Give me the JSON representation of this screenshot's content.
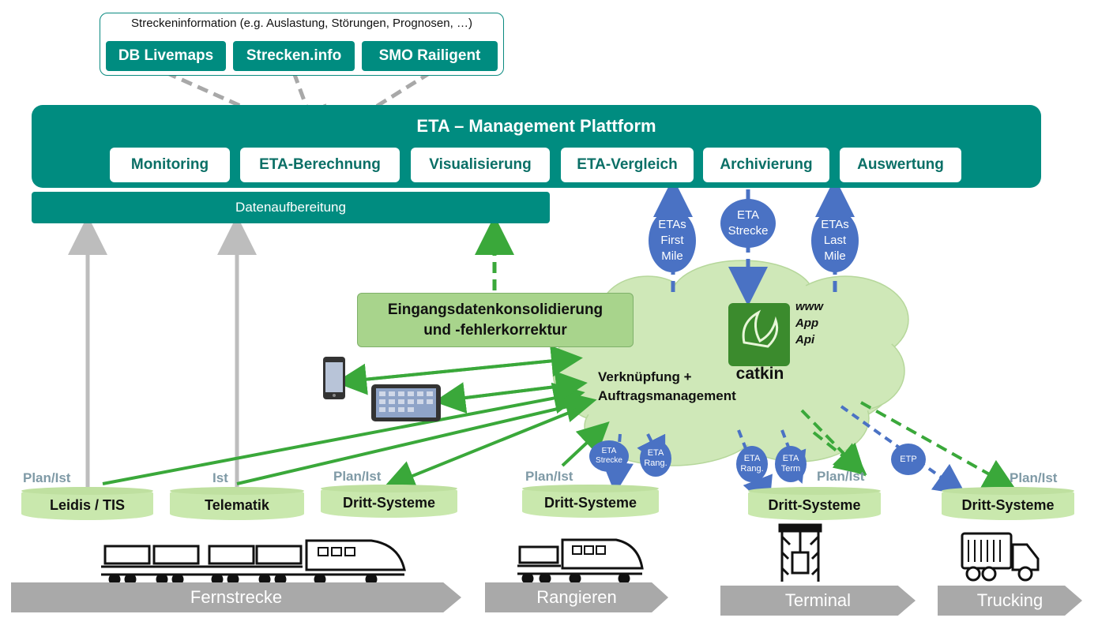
{
  "sources": {
    "header": "Streckeninformation (e.g. Auslastung, Störungen, Prognosen, …)",
    "items": [
      "DB Livemaps",
      "Strecken.info",
      "SMO Railigent"
    ]
  },
  "platform": {
    "title": "ETA – Management Plattform",
    "modules": [
      "Monitoring",
      "ETA-Berechnung",
      "Visualisierung",
      "ETA-Vergleich",
      "Archivierung",
      "Auswertung"
    ]
  },
  "prep_label": "Datenaufbereitung",
  "consolidation": {
    "line1": "Eingangsdatenkonsolidierung",
    "line2": "und -fehlerkorrektur"
  },
  "cloud": {
    "line1": "Verknüpfung +",
    "line2": "Auftragsmanagement",
    "brand": "catkin",
    "channels": [
      "www",
      "App",
      "Api"
    ]
  },
  "ovals_large": [
    {
      "lines": [
        "ETAs",
        "First",
        "Mile"
      ]
    },
    {
      "lines": [
        "ETA",
        "Strecke"
      ]
    },
    {
      "lines": [
        "ETAs",
        "Last",
        "Mile"
      ]
    }
  ],
  "ovals_small": [
    {
      "lines": [
        "ETA",
        "Strecke"
      ]
    },
    {
      "lines": [
        "ETA",
        "Rang."
      ]
    },
    {
      "lines": [
        "ETA",
        "Rang."
      ]
    },
    {
      "lines": [
        "ETA",
        "Term"
      ]
    },
    {
      "lines": [
        "ETP"
      ]
    }
  ],
  "flow_labels": [
    "Plan/Ist",
    "Ist",
    "Plan/Ist",
    "Plan/Ist",
    "Plan/Ist",
    "Plan/Ist"
  ],
  "systems": [
    "Leidis / TIS",
    "Telematik",
    "Dritt-Systeme",
    "Dritt-Systeme",
    "Dritt-Systeme",
    "Dritt-Systeme"
  ],
  "phases": [
    "Fernstrecke",
    "Rangieren",
    "Terminal",
    "Trucking"
  ],
  "colors": {
    "teal": "#008c80",
    "green_arrow": "#3aa83a",
    "blue_arrow": "#4a72c4",
    "grey_arrow": "#bdbdbd",
    "cloud": "#cfe8b8"
  },
  "icons": [
    "smartphone-icon",
    "tablet-icon",
    "freight-train-icon",
    "shunting-train-icon",
    "crane-icon",
    "truck-icon"
  ]
}
